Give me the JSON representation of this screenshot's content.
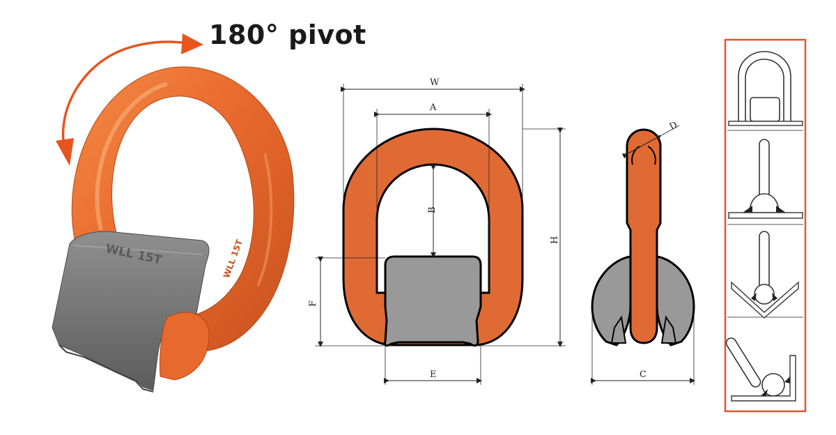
{
  "pivot_label": "180° pivot",
  "casting_markings": {
    "front": "WLL 15T",
    "side": "WLL 15T"
  },
  "dimensions": {
    "w": "W",
    "a": "A",
    "b": "B",
    "h": "H",
    "f": "F",
    "e": "E",
    "d": "D",
    "c": "C"
  },
  "usage_panel": {
    "border_color": "#e0562a",
    "positions": [
      "loop-flat",
      "vertical-fillet",
      "v-groove",
      "angled-corner"
    ]
  },
  "colors": {
    "ring_orange": "#e06a34",
    "casting_gray": "#9a9a9a",
    "arrow_orange": "#e8541e"
  }
}
